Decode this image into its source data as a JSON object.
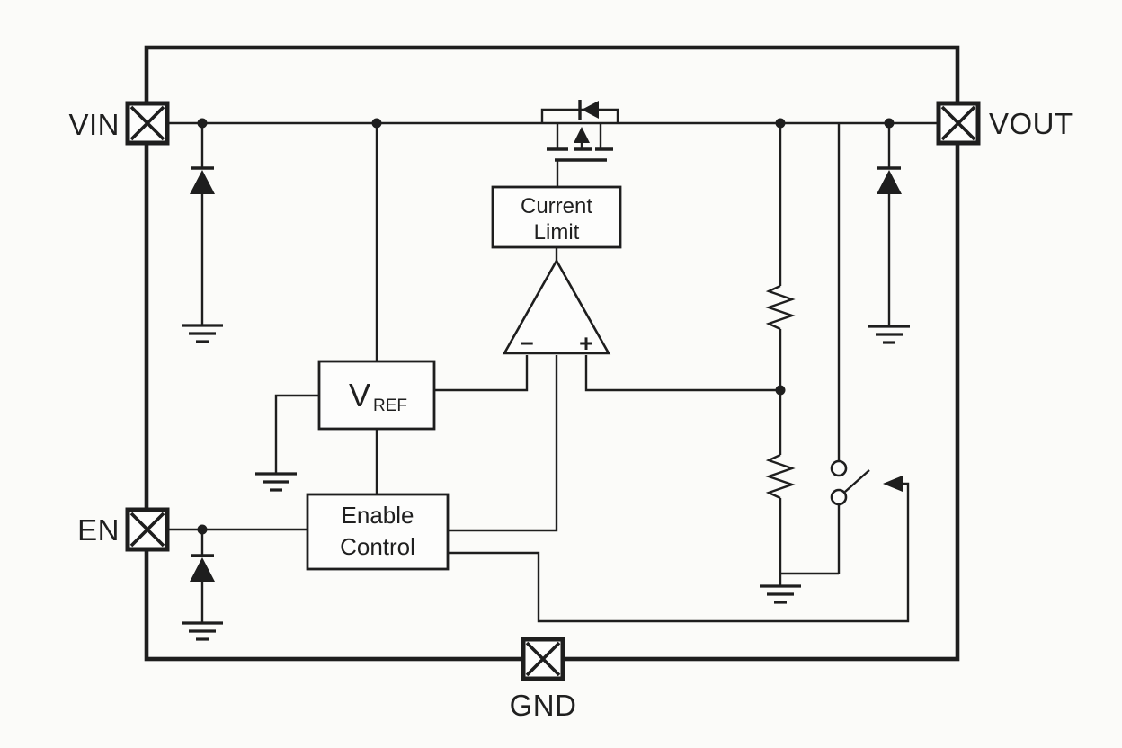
{
  "diagram_type": "ldo-regulator-functional-block-diagram",
  "colors": {
    "line": "#1e1e1e",
    "text": "#1f1f1f",
    "background": "#fbfbf9",
    "box_fill": "#fdfdfc"
  },
  "pins": {
    "vin": {
      "label": "VIN"
    },
    "vout": {
      "label": "VOUT"
    },
    "en": {
      "label": "EN"
    },
    "gnd": {
      "label": "GND"
    }
  },
  "blocks": {
    "current_limit": {
      "line1": "Current",
      "line2": "Limit"
    },
    "vref": {
      "symbol": "V",
      "subscript": "REF"
    },
    "enable_control": {
      "line1": "Enable",
      "line2": "Control"
    }
  },
  "error_amplifier": {
    "inverting_label": "−",
    "noninverting_label": "+"
  }
}
